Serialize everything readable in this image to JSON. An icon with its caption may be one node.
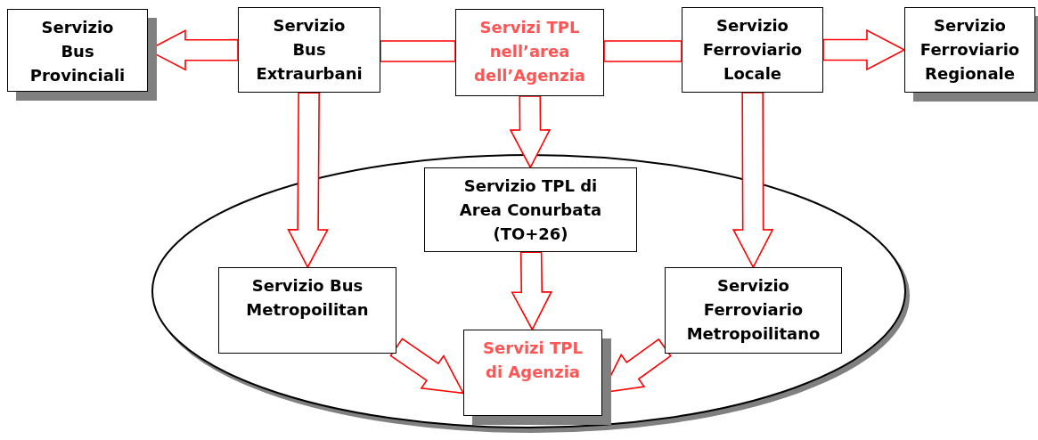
{
  "diagram": {
    "nodes": [
      {
        "text": [
          "Servizio Bus Provinciali"
        ]
      },
      {
        "text": [
          "Servizio Bus Extraurbani"
        ]
      },
      {
        "text": [
          "Servizi TPL nell’area dell’Agenzia"
        ]
      },
      {
        "text": [
          "Servizio Ferroviario Locale"
        ]
      },
      {
        "text": [
          "Servizio Ferroviario Regionale"
        ]
      },
      {
        "text": [],
        "shape": "ellipse"
      },
      {
        "text": [
          "Servizio TPL di Area Conurbata (TO+26)"
        ],
        "in": 5
      },
      {
        "text": [
          "Servizio Bus Metropoilitan"
        ],
        "in": 5
      },
      {
        "text": [
          "Servizio Ferroviario Metropoilitano"
        ],
        "in": 5
      },
      {
        "text": [
          "Servizi TPL di Agenzia"
        ],
        "in": 5
      }
    ],
    "edges": [
      {
        "from": 1,
        "to": 0,
        "arrow": "to"
      },
      {
        "from": 2,
        "to": 1,
        "arrow": "none"
      },
      {
        "from": 2,
        "to": 3,
        "arrow": "none"
      },
      {
        "from": 3,
        "to": 4,
        "arrow": "to"
      },
      {
        "from": 1,
        "to": 7,
        "arrow": "to"
      },
      {
        "from": 2,
        "to": 6,
        "arrow": "to"
      },
      {
        "from": 3,
        "to": 8,
        "arrow": "to"
      },
      {
        "from": 6,
        "to": 9,
        "arrow": "to"
      },
      {
        "from": 7,
        "to": 9,
        "arrow": "to"
      },
      {
        "from": 8,
        "to": 9,
        "arrow": "to"
      }
    ]
  }
}
